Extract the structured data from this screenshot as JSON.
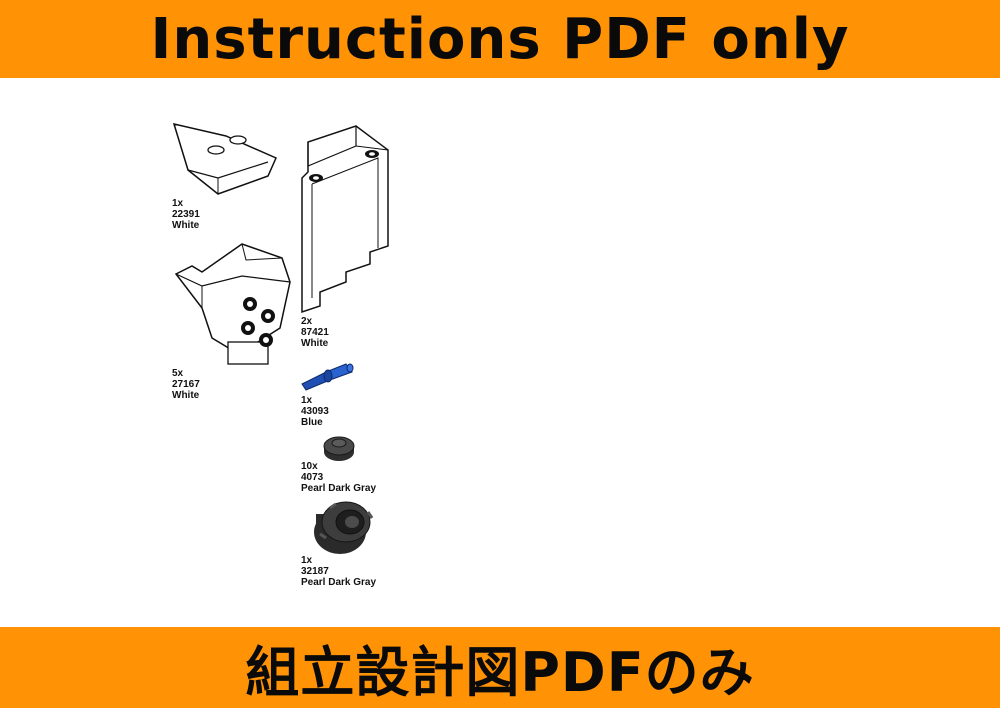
{
  "header": {
    "title": "Instructions PDF only"
  },
  "footer": {
    "title": "組立設計図PDFのみ"
  },
  "colors": {
    "banner": "#ff9305",
    "text": "#0a0a0a",
    "blue": "#1f4fb3",
    "pearl_dark_gray": "#3a3a3a"
  },
  "parts": [
    {
      "qty": "1x",
      "id": "22391",
      "color": "White",
      "icon": "wedge-plate-icon"
    },
    {
      "qty": "5x",
      "id": "27167",
      "color": "White",
      "icon": "slope-brick-icon"
    },
    {
      "qty": "2x",
      "id": "87421",
      "color": "White",
      "icon": "panel-wall-icon"
    },
    {
      "qty": "1x",
      "id": "43093",
      "color": "Blue",
      "icon": "technic-axle-pin-icon"
    },
    {
      "qty": "10x",
      "id": "4073",
      "color": "Pearl Dark Gray",
      "icon": "round-plate-icon"
    },
    {
      "qty": "1x",
      "id": "32187",
      "color": "Pearl Dark Gray",
      "icon": "gearbox-icon"
    }
  ]
}
